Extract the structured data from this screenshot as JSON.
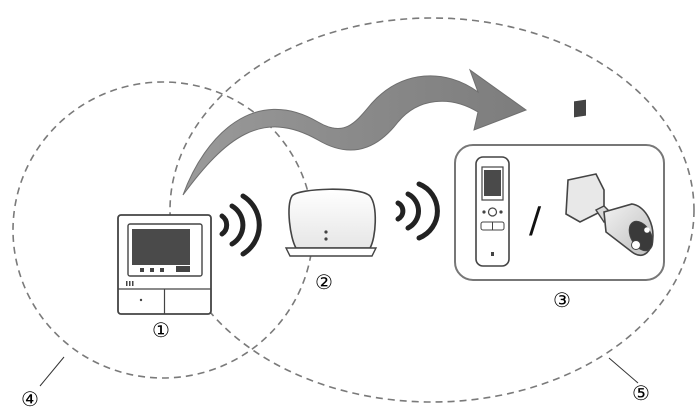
{
  "labels": {
    "monitor": "①",
    "repeater": "②",
    "devices": "③",
    "monitor_range": "④",
    "repeater_range": "⑤",
    "separator": "/"
  },
  "colors": {
    "range_line": "#7a7a7a",
    "arrow_fill": "#8f8f8f",
    "arrow_dark": "#6f6f6f",
    "device_frame": "#777777",
    "screen": "#4a4a4a",
    "signal": "#222222"
  },
  "icons": {
    "monitor": "indoor-monitor-icon",
    "repeater": "wireless-repeater-icon",
    "handset": "wireless-handset-icon",
    "camera": "wireless-camera-icon",
    "signal": "wireless-signal-icon",
    "arrow": "range-extension-arrow-icon"
  }
}
